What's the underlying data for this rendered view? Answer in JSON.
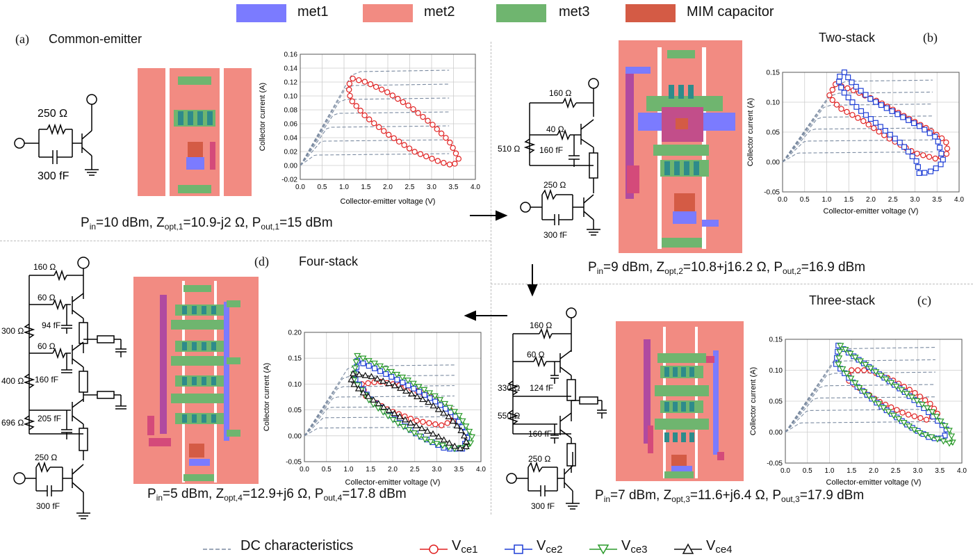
{
  "legend_top": [
    {
      "label": "met1",
      "color": "#7b7bff"
    },
    {
      "label": "met2",
      "color": "#f28b82"
    },
    {
      "label": "met3",
      "color": "#6fb56f"
    },
    {
      "label": "MIM capacitor",
      "color": "#d45b45"
    }
  ],
  "legend_bottom": {
    "dc": "DC characteristics",
    "vce1": "V",
    "vce1_sub": "ce1",
    "vce2": "V",
    "vce2_sub": "ce2",
    "vce3": "V",
    "vce3_sub": "ce3",
    "vce4": "V",
    "vce4_sub": "ce4",
    "colors": {
      "dc": "#7a8aa0",
      "vce1": "#e02020",
      "vce2": "#1f3fd6",
      "vce3": "#2a9a2a",
      "vce4": "#111111"
    }
  },
  "panels": {
    "a": {
      "letter": "(a)",
      "title": "Common-emitter",
      "caption": {
        "pin": "P",
        "pin_sub": "in",
        "pin_val": "=10 dBm, Z",
        "z_sub": "opt,1",
        "z_val": "=10.9-j2 Ω, P",
        "pout_sub": "out,1",
        "pout_val": "=15 dBm"
      },
      "r1": "250 Ω",
      "c1": "300 fF"
    },
    "b": {
      "letter": "(b)",
      "title": "Two-stack",
      "caption": {
        "pin": "P",
        "pin_sub": "in",
        "pin_val": "=9 dBm, Z",
        "z_sub": "opt,2",
        "z_val": "=10.8+j16.2 Ω, P",
        "pout_sub": "out,2",
        "pout_val": "=16.9 dBm"
      },
      "r_top": "160 Ω",
      "r_mid": "40 Ω",
      "r_bias": "510 Ω",
      "c_mid": "160 fF",
      "r1": "250 Ω",
      "c1": "300 fF"
    },
    "c": {
      "letter": "(c)",
      "title": "Three-stack",
      "caption": {
        "pin": "P",
        "pin_sub": "in",
        "pin_val": "=7 dBm, Z",
        "z_sub": "opt,3",
        "z_val": "=11.6+j6.4 Ω, P",
        "pout_sub": "out,3",
        "pout_val": "=17.9 dBm"
      },
      "r_top": "160 Ω",
      "r_60": "60 Ω",
      "r_330": "330 Ω",
      "c_124": "124 fF",
      "r_550": "550 Ω",
      "c_160": "160 fF",
      "r1": "250 Ω",
      "c1": "300 fF"
    },
    "d": {
      "letter": "(d)",
      "title": "Four-stack",
      "caption": {
        "pin": "P",
        "pin_sub": "in",
        "pin_val": "=5 dBm, Z",
        "z_sub": "opt,4",
        "z_val": "=12.9+j6 Ω, P",
        "pout_sub": "out,4",
        "pout_val": "=17.8 dBm"
      },
      "r_top": "160 Ω",
      "r_60a": "60 Ω",
      "c_94": "94 fF",
      "r_300": "300 Ω",
      "r_60b": "60 Ω",
      "c_160": "160 fF",
      "r_400": "400 Ω",
      "c_205": "205 fF",
      "r_696": "696 Ω",
      "r1": "250 Ω",
      "c1": "300 fF"
    }
  },
  "chart_data": [
    {
      "id": "a",
      "type": "line",
      "xlabel": "Collector-emitter voltage (V)",
      "ylabel": "Collector current (A)",
      "xlim": [
        0,
        4
      ],
      "ylim": [
        -0.02,
        0.16
      ],
      "xticks": [
        "0.0",
        "0.5",
        "1.0",
        "1.5",
        "2.0",
        "2.5",
        "3.0",
        "3.5",
        "4.0"
      ],
      "yticks": [
        "-0.02",
        "0.00",
        "0.02",
        "0.04",
        "0.06",
        "0.08",
        "0.10",
        "0.12",
        "0.14",
        "0.16"
      ],
      "series": [
        {
          "name": "Vce1",
          "points": [
            [
              1.2,
              0.125
            ],
            [
              1.5,
              0.12
            ],
            [
              2.0,
              0.105
            ],
            [
              2.5,
              0.085
            ],
            [
              3.0,
              0.06
            ],
            [
              3.4,
              0.035
            ],
            [
              3.62,
              0.01
            ],
            [
              3.5,
              0.0
            ],
            [
              3.2,
              0.005
            ],
            [
              2.6,
              0.02
            ],
            [
              2.0,
              0.045
            ],
            [
              1.5,
              0.07
            ],
            [
              1.15,
              0.095
            ],
            [
              1.1,
              0.115
            ],
            [
              1.2,
              0.125
            ]
          ]
        }
      ]
    },
    {
      "id": "b",
      "type": "line",
      "xlabel": "Collector-emitter voltage (V)",
      "ylabel": "Collector current (A)",
      "xlim": [
        0,
        4
      ],
      "ylim": [
        -0.05,
        0.15
      ],
      "xticks": [
        "0.0",
        "0.5",
        "1.0",
        "1.5",
        "2.0",
        "2.5",
        "3.0",
        "3.5",
        "4.0"
      ],
      "yticks": [
        "-0.05",
        "0.00",
        "0.05",
        "0.10",
        "0.15"
      ],
      "series": [
        {
          "name": "Vce1",
          "points": [
            [
              1.2,
              0.13
            ],
            [
              1.6,
              0.12
            ],
            [
              2.2,
              0.1
            ],
            [
              2.8,
              0.075
            ],
            [
              3.3,
              0.055
            ],
            [
              3.7,
              0.035
            ],
            [
              3.75,
              0.015
            ],
            [
              3.5,
              0.005
            ],
            [
              3.0,
              0.015
            ],
            [
              2.4,
              0.04
            ],
            [
              1.8,
              0.07
            ],
            [
              1.3,
              0.09
            ],
            [
              1.05,
              0.11
            ],
            [
              1.2,
              0.13
            ]
          ]
        },
        {
          "name": "Vce2",
          "points": [
            [
              1.4,
              0.15
            ],
            [
              1.6,
              0.13
            ],
            [
              2.0,
              0.105
            ],
            [
              2.6,
              0.08
            ],
            [
              3.1,
              0.06
            ],
            [
              3.5,
              0.04
            ],
            [
              3.65,
              0.0
            ],
            [
              3.4,
              -0.015
            ],
            [
              3.1,
              -0.02
            ],
            [
              3.05,
              0.0
            ],
            [
              2.7,
              0.03
            ],
            [
              2.2,
              0.06
            ],
            [
              1.7,
              0.09
            ],
            [
              1.35,
              0.12
            ],
            [
              1.25,
              0.14
            ],
            [
              1.4,
              0.15
            ]
          ]
        }
      ]
    },
    {
      "id": "c",
      "type": "line",
      "xlabel": "Collector-emitter voltage (V)",
      "ylabel": "Collector current (A)",
      "xlim": [
        0,
        4
      ],
      "ylim": [
        -0.05,
        0.15
      ],
      "xticks": [
        "0.0",
        "0.5",
        "1.0",
        "1.5",
        "2.0",
        "2.5",
        "3.0",
        "3.5",
        "4.0"
      ],
      "yticks": [
        "-0.05",
        "0.00",
        "0.05",
        "0.10",
        "0.15"
      ],
      "series": [
        {
          "name": "Vce1",
          "points": [
            [
              1.5,
              0.1
            ],
            [
              1.9,
              0.1
            ],
            [
              2.4,
              0.085
            ],
            [
              2.9,
              0.065
            ],
            [
              3.3,
              0.045
            ],
            [
              3.45,
              0.03
            ],
            [
              3.2,
              0.02
            ],
            [
              2.7,
              0.03
            ],
            [
              2.1,
              0.05
            ],
            [
              1.7,
              0.07
            ],
            [
              1.4,
              0.085
            ],
            [
              1.5,
              0.1
            ]
          ]
        },
        {
          "name": "Vce2",
          "points": [
            [
              1.2,
              0.14
            ],
            [
              1.5,
              0.125
            ],
            [
              2.1,
              0.095
            ],
            [
              2.7,
              0.065
            ],
            [
              3.2,
              0.035
            ],
            [
              3.65,
              0.005
            ],
            [
              3.6,
              -0.01
            ],
            [
              3.3,
              -0.01
            ],
            [
              2.8,
              0.01
            ],
            [
              2.2,
              0.04
            ],
            [
              1.6,
              0.075
            ],
            [
              1.15,
              0.11
            ],
            [
              1.2,
              0.14
            ]
          ]
        },
        {
          "name": "Vce3",
          "points": [
            [
              1.25,
              0.14
            ],
            [
              1.6,
              0.12
            ],
            [
              2.2,
              0.09
            ],
            [
              2.8,
              0.06
            ],
            [
              3.3,
              0.035
            ],
            [
              3.75,
              0.0
            ],
            [
              3.8,
              -0.02
            ],
            [
              3.6,
              -0.015
            ],
            [
              3.0,
              0.0
            ],
            [
              2.3,
              0.035
            ],
            [
              1.7,
              0.07
            ],
            [
              1.2,
              0.11
            ],
            [
              1.25,
              0.14
            ]
          ]
        }
      ]
    },
    {
      "id": "d",
      "type": "line",
      "xlabel": "Collector-emitter voltage (V)",
      "ylabel": "Collector current (A)",
      "xlim": [
        0,
        4
      ],
      "ylim": [
        -0.05,
        0.2
      ],
      "xticks": [
        "0.0",
        "0.5",
        "1.0",
        "1.5",
        "2.0",
        "2.5",
        "3.0",
        "3.5",
        "4.0"
      ],
      "yticks": [
        "-0.05",
        "0.00",
        "0.05",
        "0.10",
        "0.15",
        "0.20"
      ],
      "series": [
        {
          "name": "Vce1",
          "points": [
            [
              1.3,
              0.1
            ],
            [
              1.7,
              0.105
            ],
            [
              2.3,
              0.095
            ],
            [
              2.9,
              0.075
            ],
            [
              3.3,
              0.05
            ],
            [
              3.4,
              0.03
            ],
            [
              3.1,
              0.02
            ],
            [
              2.5,
              0.03
            ],
            [
              1.9,
              0.05
            ],
            [
              1.4,
              0.075
            ],
            [
              1.3,
              0.1
            ]
          ]
        },
        {
          "name": "Vce2",
          "points": [
            [
              1.2,
              0.145
            ],
            [
              1.6,
              0.13
            ],
            [
              2.3,
              0.1
            ],
            [
              2.9,
              0.07
            ],
            [
              3.4,
              0.04
            ],
            [
              3.7,
              0.0
            ],
            [
              3.6,
              -0.025
            ],
            [
              3.2,
              -0.025
            ],
            [
              2.6,
              0.0
            ],
            [
              2.0,
              0.035
            ],
            [
              1.5,
              0.07
            ],
            [
              1.15,
              0.11
            ],
            [
              1.2,
              0.145
            ]
          ]
        },
        {
          "name": "Vce3",
          "points": [
            [
              1.2,
              0.155
            ],
            [
              1.6,
              0.14
            ],
            [
              2.3,
              0.11
            ],
            [
              3.0,
              0.075
            ],
            [
              3.5,
              0.04
            ],
            [
              3.8,
              0.0
            ],
            [
              3.75,
              -0.02
            ],
            [
              3.4,
              -0.025
            ],
            [
              2.8,
              -0.01
            ],
            [
              2.1,
              0.025
            ],
            [
              1.5,
              0.065
            ],
            [
              1.1,
              0.11
            ],
            [
              1.2,
              0.155
            ]
          ]
        },
        {
          "name": "Vce4",
          "points": [
            [
              1.1,
              0.12
            ],
            [
              1.5,
              0.115
            ],
            [
              2.1,
              0.095
            ],
            [
              2.8,
              0.065
            ],
            [
              3.3,
              0.035
            ],
            [
              3.6,
              0.005
            ],
            [
              3.7,
              -0.02
            ],
            [
              3.5,
              -0.025
            ],
            [
              3.0,
              0.0
            ],
            [
              2.4,
              0.025
            ],
            [
              1.8,
              0.055
            ],
            [
              1.3,
              0.085
            ],
            [
              1.05,
              0.105
            ],
            [
              1.1,
              0.12
            ]
          ]
        }
      ]
    }
  ]
}
